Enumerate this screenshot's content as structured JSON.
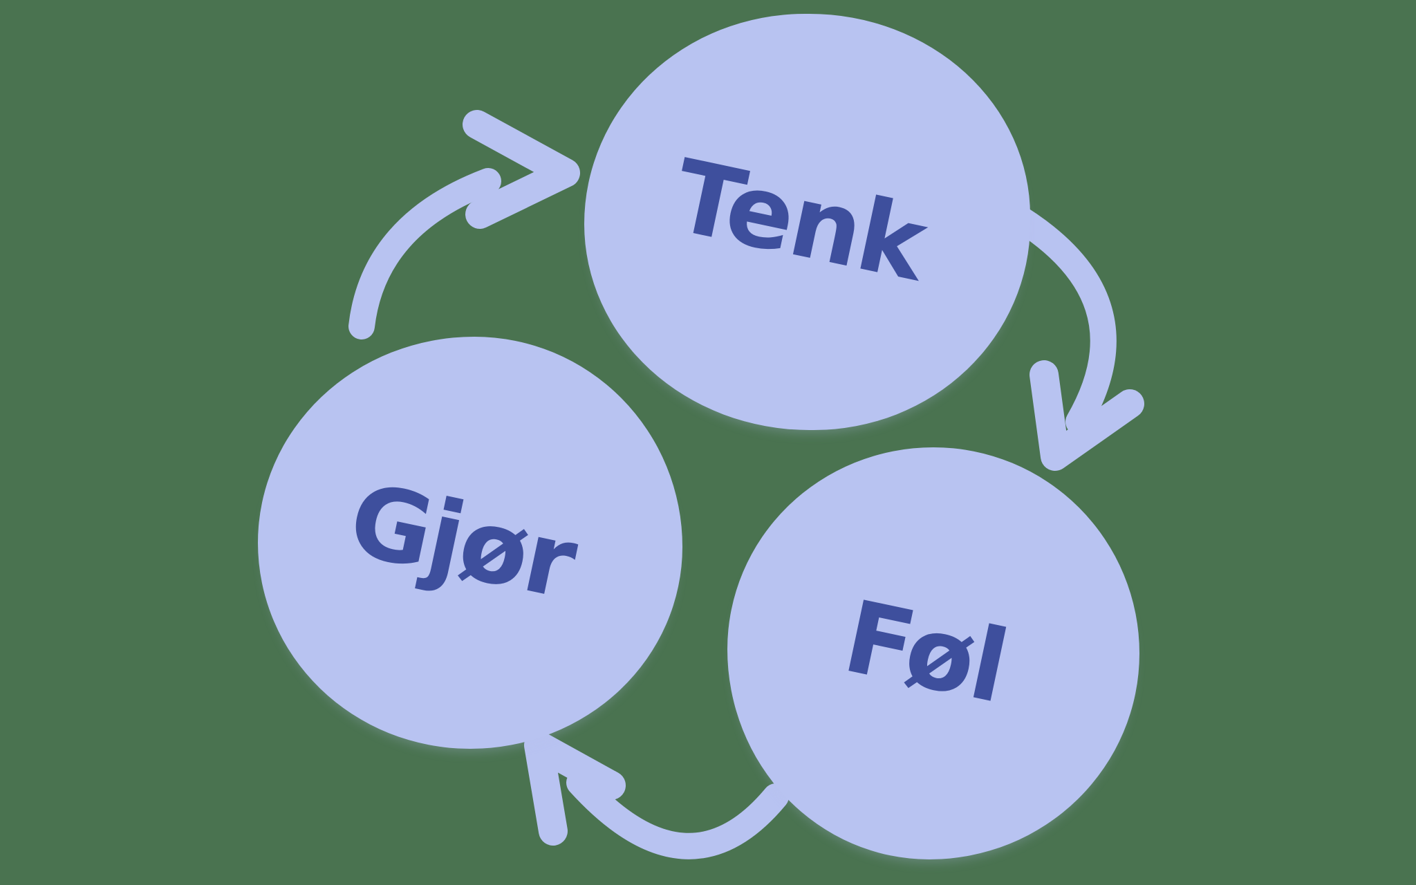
{
  "diagram": {
    "type": "cycle",
    "nodes": [
      {
        "id": "tenk",
        "label": "Tenk"
      },
      {
        "id": "gjor",
        "label": "Gjør"
      },
      {
        "id": "fol",
        "label": "Føl"
      }
    ],
    "edges": [
      {
        "from": "gjor",
        "to": "tenk"
      },
      {
        "from": "tenk",
        "to": "fol"
      },
      {
        "from": "fol",
        "to": "gjor"
      }
    ],
    "colors": {
      "background": "#4a7350",
      "node_fill": "#b8c3f1",
      "label_text": "#3e4f9d",
      "arrow": "#b8c3f1"
    }
  }
}
